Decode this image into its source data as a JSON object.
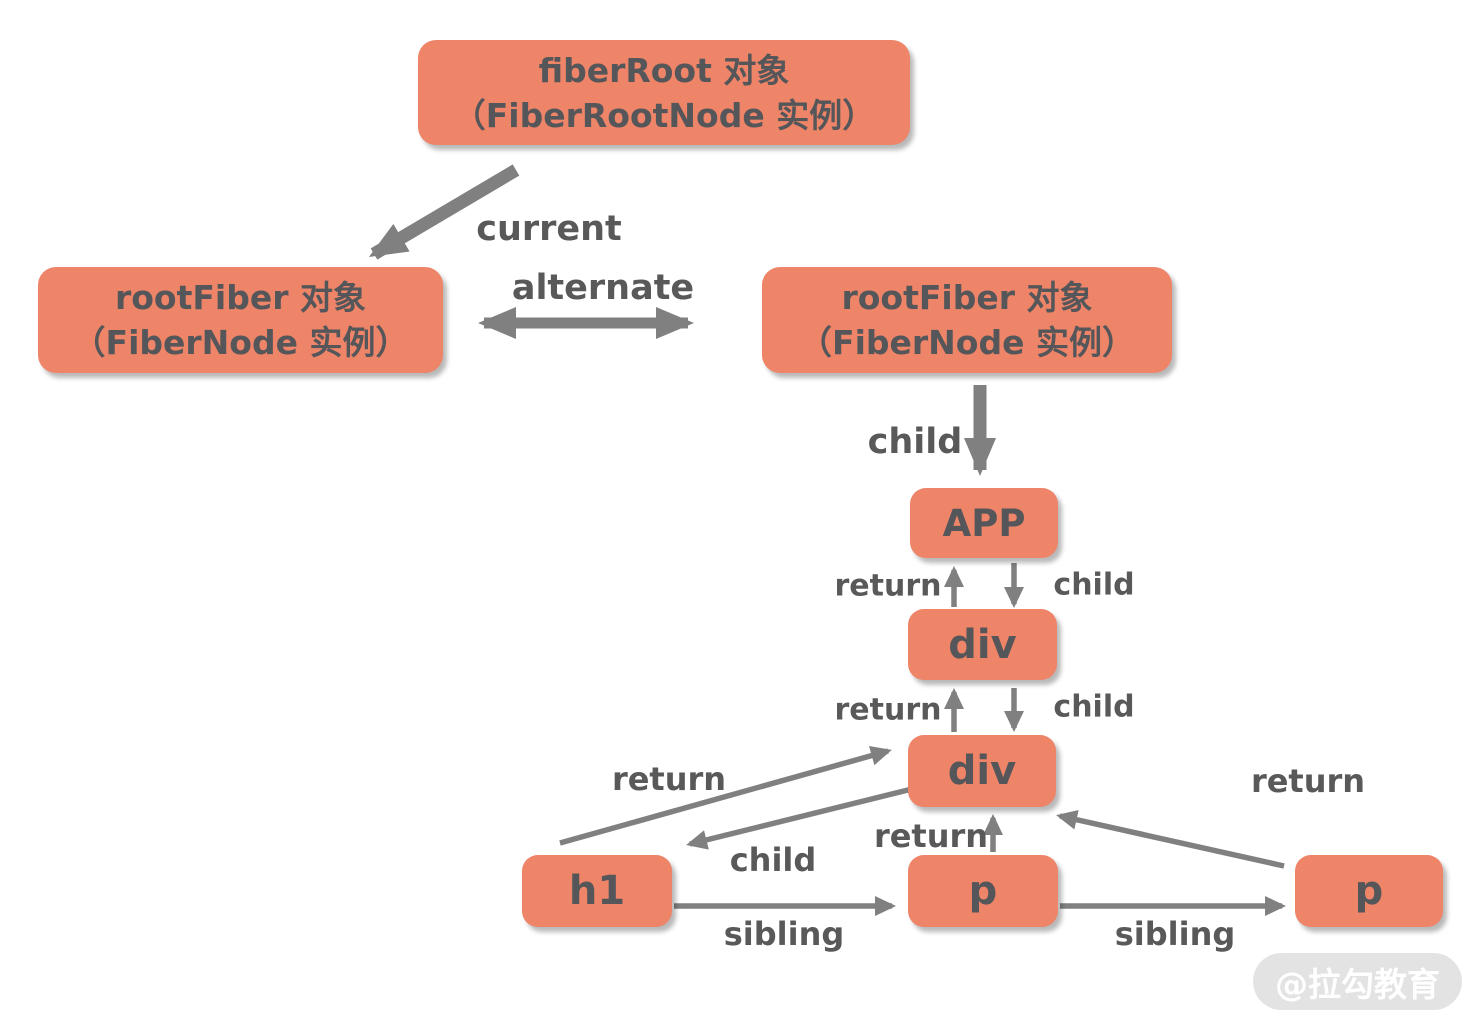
{
  "nodes": {
    "fiber_root": {
      "line1": "fiberRoot 对象",
      "line2": "（FiberRootNode 实例）"
    },
    "root_fiber_current": {
      "line1": "rootFiber 对象",
      "line2": "（FiberNode 实例）"
    },
    "root_fiber_alternate": {
      "line1": "rootFiber 对象",
      "line2": "（FiberNode 实例）"
    },
    "app": {
      "label": "APP"
    },
    "div_1": {
      "label": "div"
    },
    "div_2": {
      "label": "div"
    },
    "h1": {
      "label": "h1"
    },
    "p_1": {
      "label": "p"
    },
    "p_2": {
      "label": "p"
    }
  },
  "edges": {
    "current": "current",
    "alternate": "alternate",
    "child_root": "child",
    "return_app_div1": "return",
    "child_app_div1": "child",
    "return_div1_div2": "return",
    "child_div1_div2": "child",
    "return_h1_div2": "return",
    "child_div2_h1": "child",
    "sibling_h1_p1": "sibling",
    "return_p1_div2": "return",
    "return_p2_div2": "return",
    "sibling_p1_p2": "sibling"
  },
  "watermark": {
    "text": "@拉勾教育"
  },
  "colors": {
    "node_fill": "#EE8468",
    "node_text": "#55565A",
    "arrow_gray": "#808080",
    "edge_label_text": "#595959",
    "watermark_bg": "#E3E3E3",
    "watermark_text": "#FFFFFF",
    "background": "#FFFFFF"
  }
}
